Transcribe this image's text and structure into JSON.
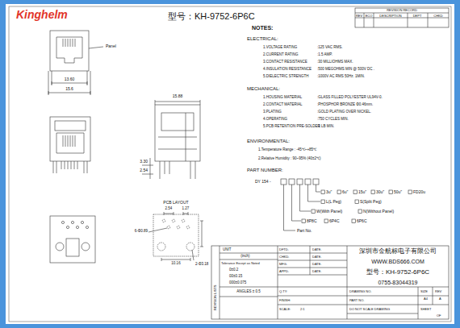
{
  "diagram": {
    "title": "型号：KH-9752-6P6C",
    "labels": [
      "Kinghelm",
      "REVISION RECORD",
      "REV",
      "ECO",
      "DESCRIPTION",
      "DEPT",
      "CHKD",
      "Panel",
      "13.60",
      "15.6",
      "15.88",
      "3.30",
      "2.54",
      "PCB LAYOUT",
      "2.54",
      "1.27",
      "6-Φ0.89",
      "10.16",
      "2-Φ3.18",
      "NOTES:",
      "ELECTRICAL:",
      "1.VOLTAGE RATING",
      ":125 VAC RMS.",
      "2.CURRENT RATING",
      ":1.5 AMP.",
      "3.CONTACT RESISTANCE",
      ":30 MILLIOHMS MAX.",
      "4.INSULATION RESISTANCE",
      ":500 MEGOHMS MIN @ 500V DC .",
      "5.DIELECTRIC STRENGTH",
      ":1000V AC RMS 50Hz. 1MIN.",
      "MECHANICAL:",
      "1.HOUSING MATERIAL",
      ":GLASS FILLED POLYESTER UL94V-0.",
      "2.CONTACT MATERIAL",
      ":PHOSPHOR BRONZE Φ0.46mm.",
      "3.PLATING",
      ":GOLD PLATING OVER NICKEL.",
      "4.OPERATING",
      ":750 CYCLES MIN.",
      "5.PCB RETENTION PRE-SOLDER",
      ":1 LB MIN.",
      "ENVIRONMENTAL:",
      "1.Temperature Range : -45℃~+85℃",
      "2.Relative Humidity : 90~95% (40±2℃)",
      "PART NUMBER:",
      "DY 154 -",
      "3u\"",
      "6u\"",
      "15u\"",
      "30u\"",
      "50u\"",
      "FD20u",
      "L(L Peg)",
      "S(Split Peg)",
      "W(With Panel)",
      "N(Without Panel)",
      "8P8C",
      "6P4C",
      "6P6C",
      "Part No.",
      "深圳市金航标电子有限公司",
      "WWW.BDS666.COM",
      "型号：KH-9752-6P6C",
      "0755-83044319",
      "UNIT",
      "(inch)",
      "Tolerance Except as Noted",
      "0±0.2",
      "00±0.15",
      "000±0.075",
      "ANGLES ± 0.5",
      "DFTD.",
      "DATE.",
      "CHKD.",
      "DATE.",
      "MFG.",
      "DATE.",
      "APPD.",
      "DATE.",
      "Q.TY:",
      "FINISH:",
      "SCALE:",
      "2:1",
      "DRAWING NO.",
      "PART NO.",
      "SIZE",
      "A4",
      "REV",
      "A",
      "DO NOT SCALE DRAWING",
      "SHEET",
      "OF",
      "REVISION LISTS"
    ]
  }
}
